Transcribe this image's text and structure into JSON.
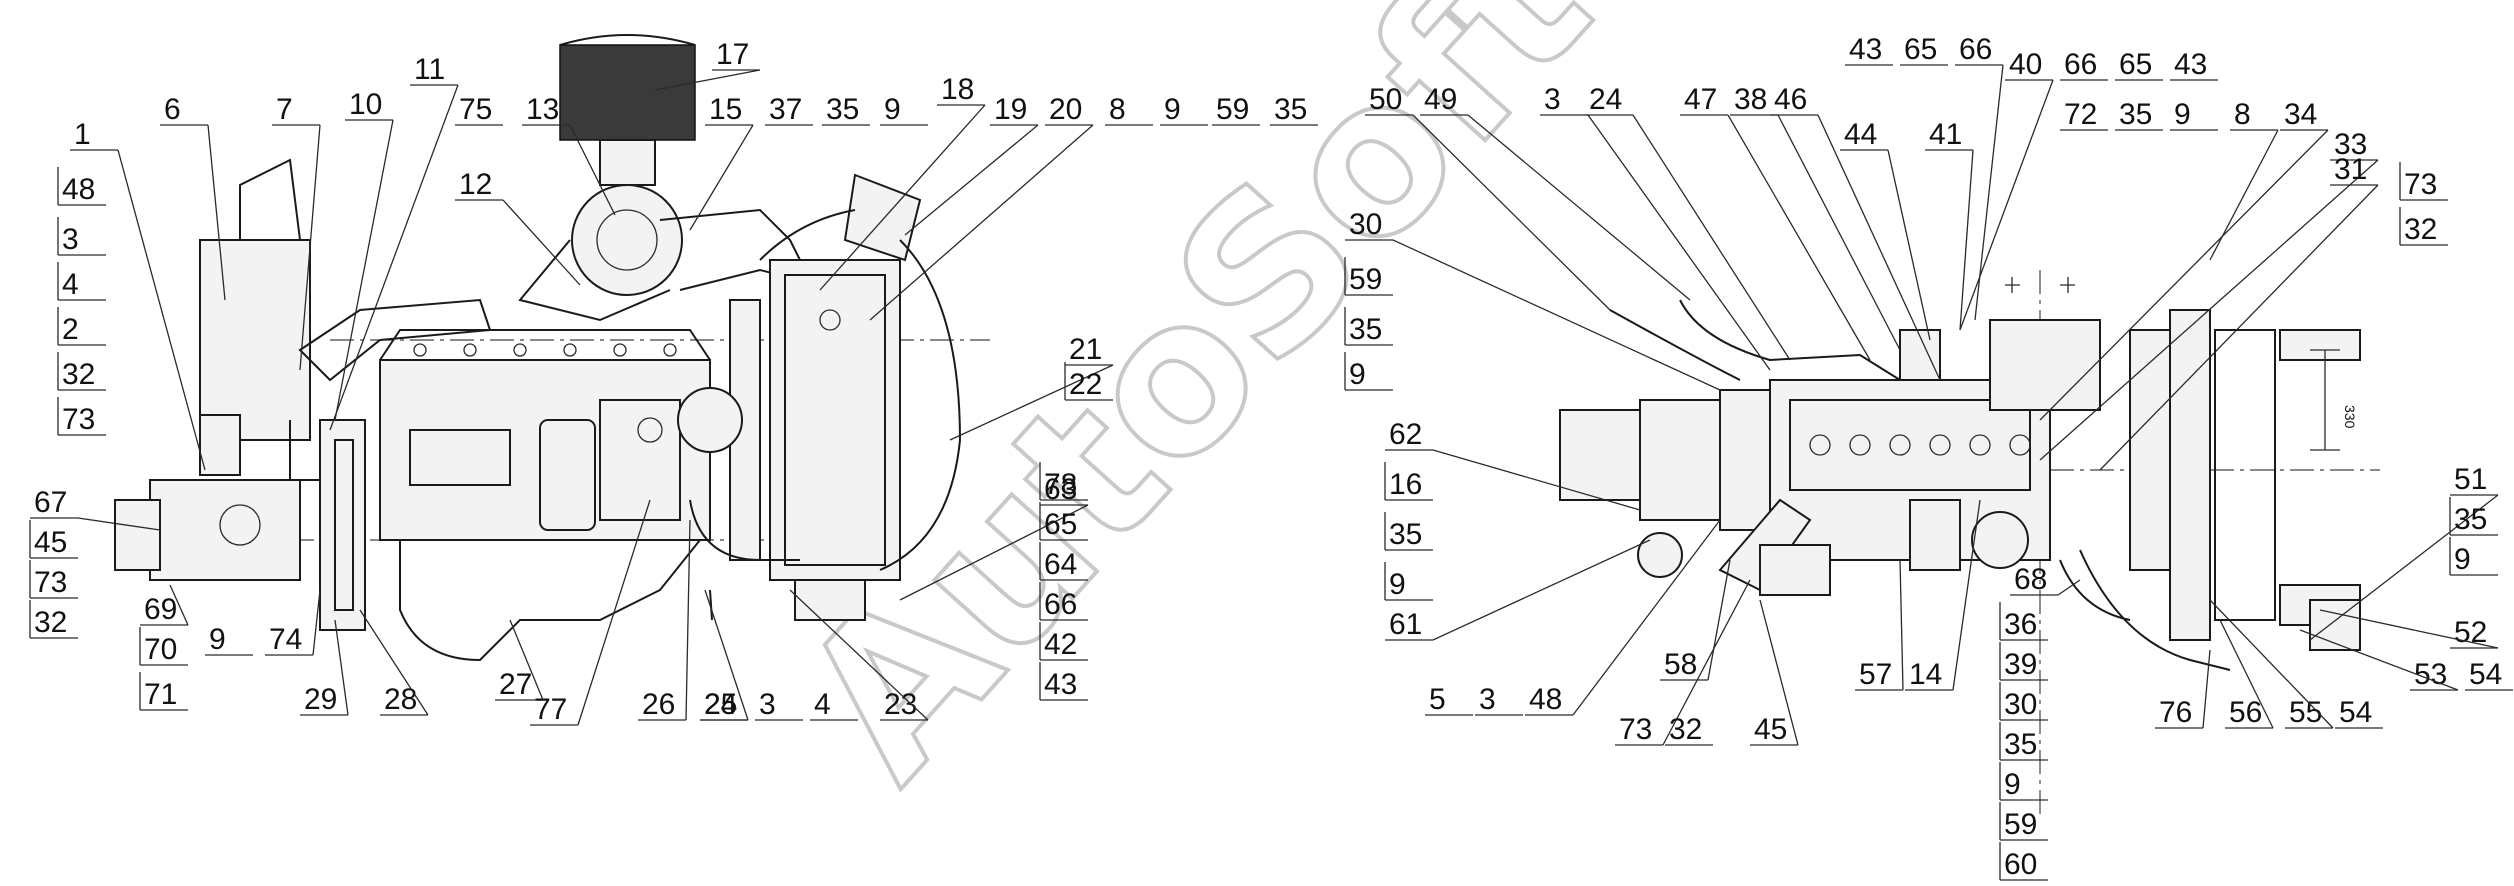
{
  "watermark": "AutoSoft",
  "dimension_text": "330",
  "left_view": {
    "callouts": [
      "1",
      "48",
      "3",
      "4",
      "2",
      "32",
      "73",
      "6",
      "7",
      "10",
      "11",
      "75",
      "13",
      "17",
      "12",
      "15",
      "37",
      "35",
      "9",
      "18",
      "19",
      "20",
      "8",
      "9",
      "59",
      "35",
      "21",
      "22",
      "63",
      "78",
      "65",
      "64",
      "66",
      "42",
      "43",
      "67",
      "45",
      "73",
      "32",
      "69",
      "70",
      "71",
      "9",
      "74",
      "29",
      "28",
      "27",
      "77",
      "26",
      "25",
      "24",
      "3",
      "4",
      "23"
    ]
  },
  "right_view": {
    "callouts": [
      "50",
      "49",
      "30",
      "59",
      "35",
      "9",
      "62",
      "16",
      "35",
      "9",
      "61",
      "3",
      "24",
      "47",
      "38",
      "46",
      "44",
      "41",
      "43",
      "65",
      "66",
      "40",
      "66",
      "65",
      "43",
      "72",
      "35",
      "9",
      "8",
      "34",
      "33",
      "31",
      "73",
      "32",
      "5",
      "3",
      "48",
      "58",
      "73",
      "32",
      "45",
      "57",
      "14",
      "68",
      "36",
      "39",
      "30",
      "35",
      "9",
      "59",
      "60",
      "51",
      "35",
      "9",
      "52",
      "53",
      "54",
      "76",
      "56",
      "55",
      "54"
    ]
  }
}
